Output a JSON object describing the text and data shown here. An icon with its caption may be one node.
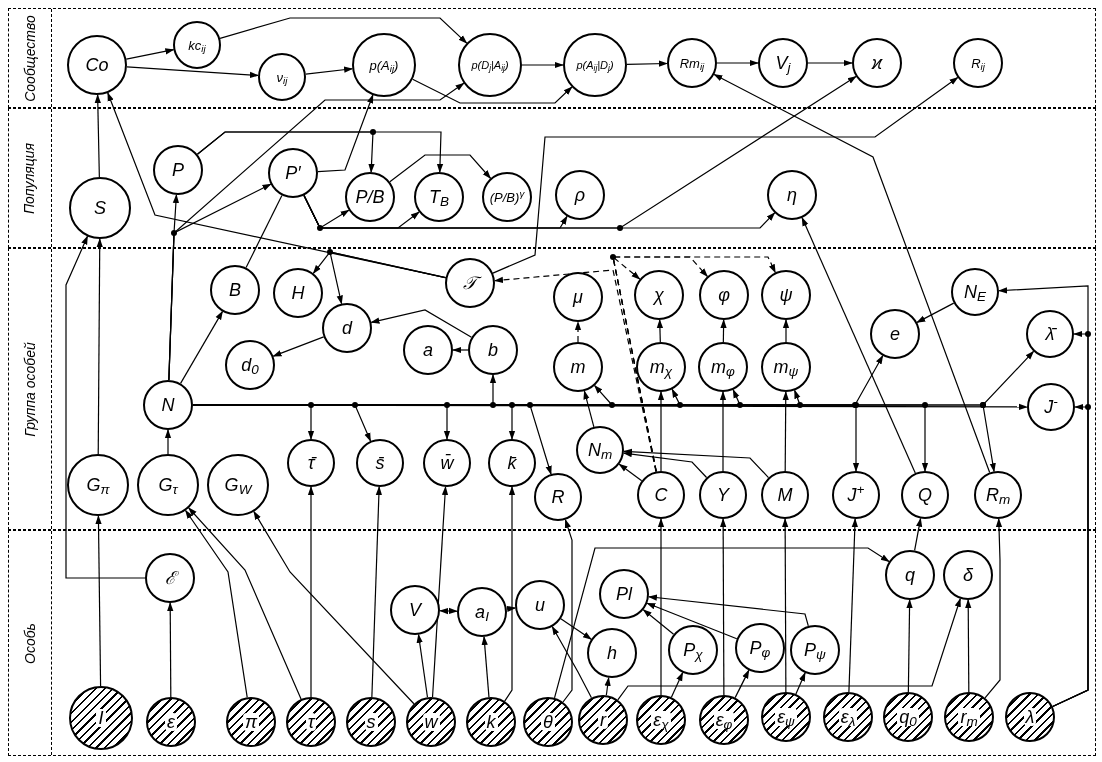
{
  "diagram": {
    "nodes": [
      {
        "text": [
          "Сообщество"
        ]
      },
      {
        "text": [
          "Co"
        ],
        "in": 0
      },
      {
        "text": [
          "kc$_{ij}$"
        ],
        "in": 0
      },
      {
        "text": [
          "ν$_{ij}$"
        ],
        "in": 0
      },
      {
        "text": [
          "p(A$_{ij}$)"
        ],
        "in": 0
      },
      {
        "text": [
          "p(D$_{j}$|A$_{ij}$)"
        ],
        "in": 0
      },
      {
        "text": [
          "p(A$_{ij}$|D$_{j}$)"
        ],
        "in": 0
      },
      {
        "text": [
          "Rm$_{ij}$"
        ],
        "in": 0
      },
      {
        "text": [
          "V$_{j}$"
        ],
        "in": 0
      },
      {
        "text": [
          "ϰ"
        ],
        "in": 0
      },
      {
        "text": [
          "R$_{ij}$"
        ],
        "in": 0
      },
      {
        "text": [
          "Популяция"
        ]
      },
      {
        "text": [
          "S"
        ],
        "in": 11
      },
      {
        "text": [
          "P"
        ],
        "in": 11
      },
      {
        "text": [
          "P′"
        ],
        "in": 11
      },
      {
        "text": [
          "P/B"
        ],
        "in": 11
      },
      {
        "text": [
          "T$_{B}$"
        ],
        "in": 11
      },
      {
        "text": [
          "(P/B)$^{γ}$"
        ],
        "in": 11
      },
      {
        "text": [
          "ρ"
        ],
        "in": 11
      },
      {
        "text": [
          "η"
        ],
        "in": 11
      },
      {
        "text": [
          "Группа особей"
        ]
      },
      {
        "text": [
          "B"
        ],
        "in": 20
      },
      {
        "text": [
          "H"
        ],
        "in": 20
      },
      {
        "text": [
          "𝒯"
        ],
        "in": 20
      },
      {
        "text": [
          "μ"
        ],
        "in": 20
      },
      {
        "text": [
          "χ"
        ],
        "in": 20
      },
      {
        "text": [
          "φ"
        ],
        "in": 20
      },
      {
        "text": [
          "ψ"
        ],
        "in": 20
      },
      {
        "text": [
          "d"
        ],
        "in": 20
      },
      {
        "text": [
          "N$_{E}$"
        ],
        "in": 20
      },
      {
        "text": [
          "a"
        ],
        "in": 20
      },
      {
        "text": [
          "b"
        ],
        "in": 20
      },
      {
        "text": [
          "e"
        ],
        "in": 20
      },
      {
        "text": [
          "λ̄"
        ],
        "in": 20
      },
      {
        "text": [
          "d$_{0}$"
        ],
        "in": 20
      },
      {
        "text": [
          "m"
        ],
        "in": 20
      },
      {
        "text": [
          "m$_{χ}$"
        ],
        "in": 20
      },
      {
        "text": [
          "m$_{φ}$"
        ],
        "in": 20
      },
      {
        "text": [
          "m$_{ψ}$"
        ],
        "in": 20
      },
      {
        "text": [
          "N"
        ],
        "in": 20
      },
      {
        "text": [
          "J$^{-}$"
        ],
        "in": 20
      },
      {
        "text": [
          "N$_{m}$"
        ],
        "in": 20
      },
      {
        "text": [
          "τ̄"
        ],
        "in": 20
      },
      {
        "text": [
          "s̄"
        ],
        "in": 20
      },
      {
        "text": [
          "w̄"
        ],
        "in": 20
      },
      {
        "text": [
          "k̄"
        ],
        "in": 20
      },
      {
        "text": [
          "G$_{π}$"
        ],
        "in": 20
      },
      {
        "text": [
          "G$_{τ}$"
        ],
        "in": 20
      },
      {
        "text": [
          "G$_{W}$"
        ],
        "in": 20
      },
      {
        "text": [
          "R"
        ],
        "in": 20
      },
      {
        "text": [
          "C"
        ],
        "in": 20
      },
      {
        "text": [
          "Y"
        ],
        "in": 20
      },
      {
        "text": [
          "M"
        ],
        "in": 20
      },
      {
        "text": [
          "J$^{+}$"
        ],
        "in": 20
      },
      {
        "text": [
          "Q"
        ],
        "in": 20
      },
      {
        "text": [
          "R$_{m}$"
        ],
        "in": 20
      },
      {
        "text": [
          "Особь"
        ]
      },
      {
        "text": [
          "ℰ"
        ],
        "in": 56
      },
      {
        "text": [
          "q"
        ],
        "in": 56
      },
      {
        "text": [
          "δ"
        ],
        "in": 56
      },
      {
        "text": [
          "Pl"
        ],
        "in": 56
      },
      {
        "text": [
          "V"
        ],
        "in": 56
      },
      {
        "text": [
          "a$_{I}$"
        ],
        "in": 56
      },
      {
        "text": [
          "u"
        ],
        "in": 56
      },
      {
        "text": [
          "P$_{χ}$"
        ],
        "in": 56
      },
      {
        "text": [
          "P$_{φ}$"
        ],
        "in": 56
      },
      {
        "text": [
          "P$_{ψ}$"
        ],
        "in": 56
      },
      {
        "text": [
          "h"
        ],
        "in": 56
      },
      {
        "text": [
          "I"
        ],
        "in": 56
      },
      {
        "text": [
          "ε"
        ],
        "in": 56
      },
      {
        "text": [
          "π"
        ],
        "in": 56
      },
      {
        "text": [
          "τ"
        ],
        "in": 56
      },
      {
        "text": [
          "s"
        ],
        "in": 56
      },
      {
        "text": [
          "w"
        ],
        "in": 56
      },
      {
        "text": [
          "k"
        ],
        "in": 56
      },
      {
        "text": [
          "θ"
        ],
        "in": 56
      },
      {
        "text": [
          "r"
        ],
        "in": 56
      },
      {
        "text": [
          "ε$_{χ}$"
        ],
        "in": 56
      },
      {
        "text": [
          "ε$_{φ}$"
        ],
        "in": 56
      },
      {
        "text": [
          "ε$_{ψ}$"
        ],
        "in": 56
      },
      {
        "text": [
          "ε$_{λ}$"
        ],
        "in": 56
      },
      {
        "text": [
          "q$_{0}$"
        ],
        "in": 56
      },
      {
        "text": [
          "r$_{m}$"
        ],
        "in": 56
      },
      {
        "text": [
          "λ"
        ],
        "in": 56
      }
    ],
    "edges": [
      {
        "from": 1,
        "to": 2,
        "arrow": "to"
      },
      {
        "from": 1,
        "to": 3,
        "arrow": "to"
      },
      {
        "from": 3,
        "to": 4,
        "arrow": "to"
      },
      {
        "from": 2,
        "to": 5,
        "arrow": "to"
      },
      {
        "from": 5,
        "to": 6,
        "arrow": "to"
      },
      {
        "from": 4,
        "to": 6,
        "arrow": "to"
      },
      {
        "from": 6,
        "to": 7,
        "arrow": "to"
      },
      {
        "from": 7,
        "to": 8,
        "arrow": "to"
      },
      {
        "from": 8,
        "to": 9,
        "arrow": "to"
      },
      {
        "from": 12,
        "to": 1,
        "arrow": "to"
      },
      {
        "from": 23,
        "to": 1,
        "arrow": "to"
      },
      {
        "from": 46,
        "to": 12,
        "arrow": "to"
      },
      {
        "from": 57,
        "to": 12,
        "arrow": "to"
      },
      {
        "from": 47,
        "to": 39,
        "arrow": "to"
      },
      {
        "from": 39,
        "to": 21,
        "arrow": "to"
      },
      {
        "from": 39,
        "to": 13,
        "arrow": "to"
      },
      {
        "from": 39,
        "to": 14,
        "arrow": "to"
      },
      {
        "from": 39,
        "to": 5,
        "arrow": "to"
      },
      {
        "from": 14,
        "to": 4,
        "arrow": "to"
      },
      {
        "from": 13,
        "to": 15,
        "arrow": "to"
      },
      {
        "from": 13,
        "to": 16,
        "arrow": "to"
      },
      {
        "from": 15,
        "to": 17,
        "arrow": "to"
      },
      {
        "from": 14,
        "to": 15,
        "arrow": "to"
      },
      {
        "from": 14,
        "to": 16,
        "arrow": "to"
      },
      {
        "from": 14,
        "to": 18,
        "arrow": "to"
      },
      {
        "from": 14,
        "to": 19,
        "arrow": "to"
      },
      {
        "from": 14,
        "to": 9,
        "arrow": "to"
      },
      {
        "from": 23,
        "to": 10,
        "arrow": "to"
      },
      {
        "from": 55,
        "to": 7,
        "arrow": "to"
      },
      {
        "from": 54,
        "to": 19,
        "arrow": "to"
      },
      {
        "from": 23,
        "to": 22,
        "arrow": "to"
      },
      {
        "from": 23,
        "to": 28,
        "arrow": "to"
      },
      {
        "from": 14,
        "to": 21,
        "arrow": "none"
      },
      {
        "from": 28,
        "to": 34,
        "arrow": "to"
      },
      {
        "from": 31,
        "to": 28,
        "arrow": "to"
      },
      {
        "from": 31,
        "to": 30,
        "arrow": "to"
      },
      {
        "from": 39,
        "to": 42,
        "arrow": "to"
      },
      {
        "from": 39,
        "to": 43,
        "arrow": "to"
      },
      {
        "from": 39,
        "to": 44,
        "arrow": "to"
      },
      {
        "from": 39,
        "to": 45,
        "arrow": "to"
      },
      {
        "from": 39,
        "to": 31,
        "arrow": "to"
      },
      {
        "from": 39,
        "to": 49,
        "arrow": "to"
      },
      {
        "from": 39,
        "to": 35,
        "arrow": "to"
      },
      {
        "from": 39,
        "to": 36,
        "arrow": "to"
      },
      {
        "from": 39,
        "to": 37,
        "arrow": "to"
      },
      {
        "from": 39,
        "to": 38,
        "arrow": "to"
      },
      {
        "from": 39,
        "to": 32,
        "arrow": "to"
      },
      {
        "from": 39,
        "to": 53,
        "arrow": "to"
      },
      {
        "from": 39,
        "to": 54,
        "arrow": "to"
      },
      {
        "from": 39,
        "to": 33,
        "arrow": "to"
      },
      {
        "from": 39,
        "to": 55,
        "arrow": "to"
      },
      {
        "from": 39,
        "to": 40,
        "arrow": "to"
      },
      {
        "from": 35,
        "to": 24,
        "arrow": "to",
        "style": "dashed"
      },
      {
        "from": 36,
        "to": 25,
        "arrow": "to"
      },
      {
        "from": 37,
        "to": 26,
        "arrow": "to"
      },
      {
        "from": 38,
        "to": 27,
        "arrow": "to"
      },
      {
        "from": 50,
        "to": 25,
        "arrow": "to",
        "style": "dashed"
      },
      {
        "from": 50,
        "to": 26,
        "arrow": "to",
        "style": "dashed"
      },
      {
        "from": 50,
        "to": 27,
        "arrow": "to",
        "style": "dashed"
      },
      {
        "from": 50,
        "to": 23,
        "arrow": "to",
        "style": "dashed"
      },
      {
        "from": 50,
        "to": 36,
        "arrow": "to"
      },
      {
        "from": 51,
        "to": 37,
        "arrow": "to"
      },
      {
        "from": 52,
        "to": 38,
        "arrow": "to"
      },
      {
        "from": 50,
        "to": 41,
        "arrow": "to"
      },
      {
        "from": 51,
        "to": 41,
        "arrow": "to"
      },
      {
        "from": 52,
        "to": 41,
        "arrow": "to"
      },
      {
        "from": 41,
        "to": 35,
        "arrow": "to"
      },
      {
        "from": 29,
        "to": 32,
        "arrow": "to"
      },
      {
        "from": 83,
        "to": 29,
        "arrow": "to"
      },
      {
        "from": 83,
        "to": 33,
        "arrow": "to"
      },
      {
        "from": 83,
        "to": 40,
        "arrow": "to"
      },
      {
        "from": 75,
        "to": 49,
        "arrow": "to"
      },
      {
        "from": 71,
        "to": 42,
        "arrow": "to"
      },
      {
        "from": 72,
        "to": 43,
        "arrow": "to"
      },
      {
        "from": 73,
        "to": 44,
        "arrow": "to"
      },
      {
        "from": 74,
        "to": 45,
        "arrow": "to"
      },
      {
        "from": 77,
        "to": 50,
        "arrow": "to"
      },
      {
        "from": 78,
        "to": 51,
        "arrow": "to"
      },
      {
        "from": 79,
        "to": 52,
        "arrow": "to"
      },
      {
        "from": 80,
        "to": 53,
        "arrow": "to"
      },
      {
        "from": 58,
        "to": 54,
        "arrow": "to"
      },
      {
        "from": 82,
        "to": 55,
        "arrow": "to"
      },
      {
        "from": 68,
        "to": 46,
        "arrow": "to"
      },
      {
        "from": 70,
        "to": 47,
        "arrow": "to"
      },
      {
        "from": 71,
        "to": 47,
        "arrow": "to"
      },
      {
        "from": 73,
        "to": 48,
        "arrow": "to"
      },
      {
        "from": 69,
        "to": 57,
        "arrow": "to"
      },
      {
        "from": 73,
        "to": 61,
        "arrow": "to"
      },
      {
        "from": 61,
        "to": 62,
        "arrow": "both"
      },
      {
        "from": 74,
        "to": 62,
        "arrow": "to"
      },
      {
        "from": 62,
        "to": 63,
        "arrow": "to"
      },
      {
        "from": 63,
        "to": 67,
        "arrow": "to"
      },
      {
        "from": 76,
        "to": 67,
        "arrow": "to"
      },
      {
        "from": 76,
        "to": 63,
        "arrow": "to"
      },
      {
        "from": 77,
        "to": 64,
        "arrow": "to"
      },
      {
        "from": 78,
        "to": 65,
        "arrow": "to"
      },
      {
        "from": 79,
        "to": 66,
        "arrow": "to"
      },
      {
        "from": 64,
        "to": 60,
        "arrow": "to"
      },
      {
        "from": 65,
        "to": 60,
        "arrow": "to"
      },
      {
        "from": 66,
        "to": 60,
        "arrow": "to"
      },
      {
        "from": 81,
        "to": 58,
        "arrow": "to"
      },
      {
        "from": 76,
        "to": 59,
        "arrow": "to"
      },
      {
        "from": 82,
        "to": 59,
        "arrow": "to"
      },
      {
        "from": 75,
        "to": 58,
        "arrow": "to"
      }
    ]
  }
}
